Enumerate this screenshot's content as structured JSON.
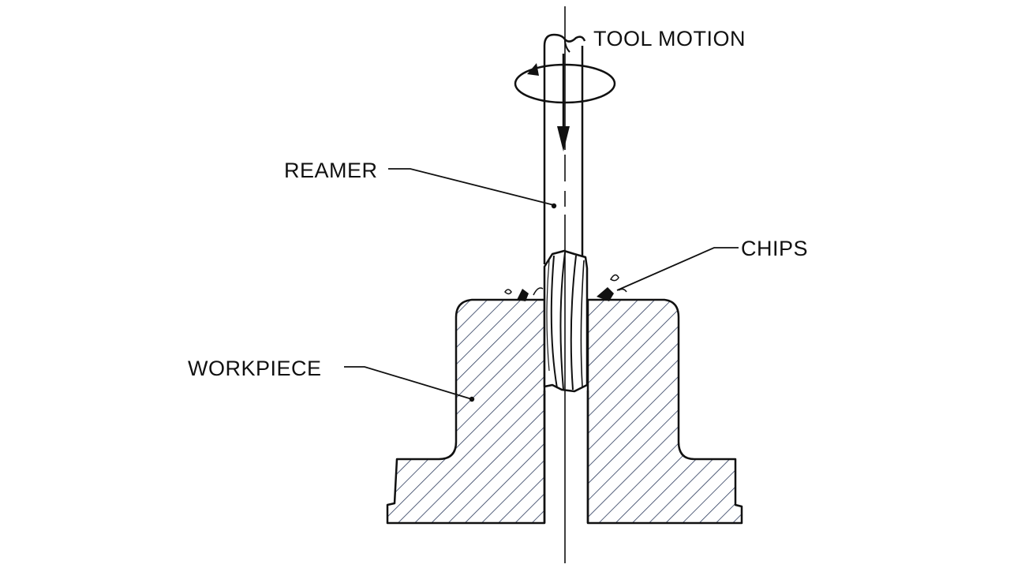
{
  "labels": {
    "tool_motion": "TOOL MOTION",
    "reamer": "REAMER",
    "chips": "CHIPS",
    "workpiece": "WORKPIECE"
  },
  "colors": {
    "line": "#111111",
    "hatch": "#2b3a5c",
    "background": "#ffffff"
  }
}
